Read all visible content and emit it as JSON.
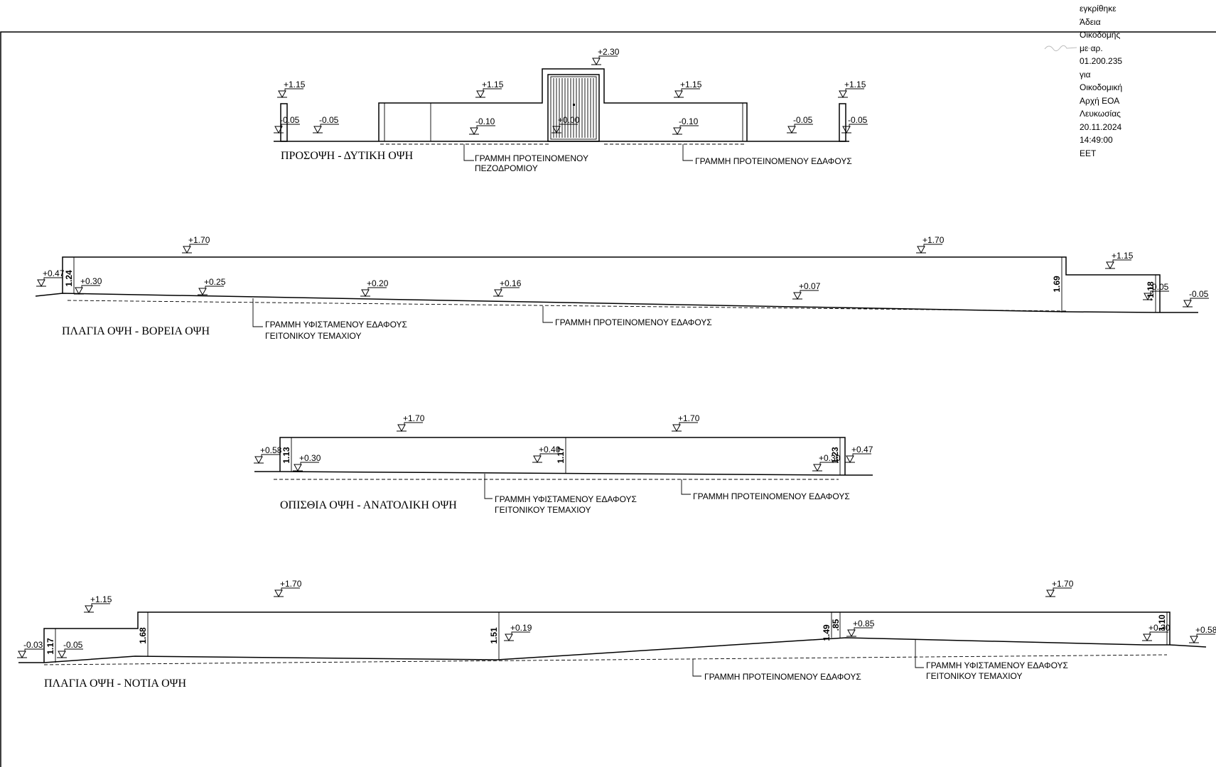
{
  "approval": {
    "lines": [
      "εγκρίθηκε",
      "Άδεια",
      "Οικοδομής",
      "με αρ.",
      "01.200.235",
      "για",
      "Οικοδομική",
      "Αρχή ΕΟΑ",
      "Λευκωσίας",
      "20.11.2024",
      "14:49:00",
      "EET"
    ]
  },
  "views": {
    "west": {
      "title": "ΠΡΟΣΟΨΗ - ΔΥΤΙΚΗ ΟΨΗ",
      "levels": [
        "+1.15",
        "-0.05",
        "-0.05",
        "+1.15",
        "-0.10",
        "+2.30",
        "+0.00",
        "+1.15",
        "-0.10",
        "-0.05",
        "+1.15",
        "-0.05"
      ],
      "notes": {
        "pavement_line1": "ΓΡΑΜΜΗ ΠΡΟΤΕΙΝΟΜΕΝΟΥ",
        "pavement_line2": "ΠΕΖΟΔΡΟΜΙΟΥ",
        "proposed_ground": "ΓΡΑΜΜΗ ΠΡΟΤΕΙΝΟΜΕΝΟΥ ΕΔΑΦΟΥΣ"
      }
    },
    "north": {
      "title": "ΠΛΑΓΙΑ ΟΨΗ - ΒΟΡΕΙΑ ΟΨΗ",
      "levels": [
        "+0.47",
        "+0.30",
        "+1.70",
        "+0.25",
        "+0.20",
        "+0.16",
        "+0.07",
        "+1.70",
        "+1.15",
        "-0.05",
        "-0.05"
      ],
      "dims": [
        "1.24",
        "1.69",
        "-1.18"
      ],
      "notes": {
        "existing_line1": "ΓΡΑΜΜΗ ΥΦΙΣΤΑΜΕΝΟΥ ΕΔΑΦΟΥΣ",
        "existing_line2": "ΓΕΙΤΟΝΙΚΟΥ ΤΕΜΑΧΙΟΥ",
        "proposed_ground": "ΓΡΑΜΜΗ ΠΡΟΤΕΙΝΟΜΕΝΟΥ ΕΔΑΦΟΥΣ"
      }
    },
    "east": {
      "title": "ΟΠΙΣΘΙΑ ΟΨΗ - ΑΝΑΤΟΛΙΚΗ  ΟΨΗ",
      "levels": [
        "+0.58",
        "+0.30",
        "+1.70",
        "+0.40",
        "+1.70",
        "+0.30",
        "+0.47"
      ],
      "dims": [
        "1.13",
        "1.17",
        "1.23"
      ],
      "notes": {
        "existing_line1": "ΓΡΑΜΜΗ ΥΦΙΣΤΑΜΕΝΟΥ ΕΔΑΦΟΥΣ",
        "existing_line2": "ΓΕΙΤΟΝΙΚΟΥ ΤΕΜΑΧΙΟΥ",
        "proposed_ground": "ΓΡΑΜΜΗ ΠΡΟΤΕΙΝΟΜΕΝΟΥ ΕΔΑΦΟΥΣ"
      }
    },
    "south": {
      "title": "ΠΛΑΓΙΑ ΟΨΗ - ΝΟΤΙΑ  ΟΨΗ",
      "levels": [
        "-0.03",
        "-0.05",
        "+1.15",
        "+1.70",
        "+0.19",
        "+0.85",
        "+1.70",
        "+0.30",
        "+0.58"
      ],
      "dims": [
        "1.17",
        "1.68",
        "1.51",
        "1.49",
        ".85",
        "1.10"
      ],
      "notes": {
        "proposed_ground": "ΓΡΑΜΜΗ ΠΡΟΤΕΙΝΟΜΕΝΟΥ ΕΔΑΦΟΥΣ",
        "existing_line1": "ΓΡΑΜΜΗ ΥΦΙΣΤΑΜΕΝΟΥ ΕΔΑΦΟΥΣ",
        "existing_line2": "ΓΕΙΤΟΝΙΚΟΥ ΤΕΜΑΧΙΟΥ"
      }
    }
  }
}
